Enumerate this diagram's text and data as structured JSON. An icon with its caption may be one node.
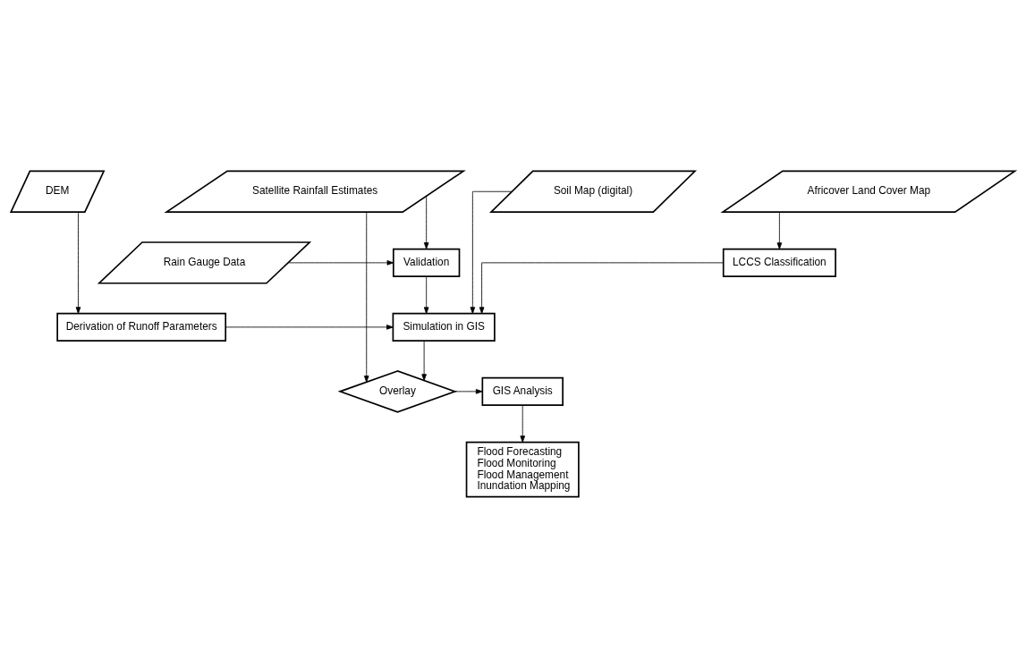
{
  "diagram": {
    "nodes": [
      {
        "text": [
          "DEM"
        ]
      },
      {
        "text": [
          "Africover Land Cover Map"
        ]
      },
      {
        "text": [
          "Satellite Rainfall Estimates"
        ]
      },
      {
        "text": [
          "Soil Map (digital)"
        ]
      },
      {
        "text": [
          "LCCS Classification"
        ]
      },
      {
        "text": [
          "Validation"
        ]
      },
      {
        "text": [
          "Rain Gauge Data"
        ]
      },
      {
        "text": [
          "Derivation of Runoff Parameters"
        ]
      },
      {
        "text": [
          "Simulation in GIS"
        ]
      },
      {
        "text": [
          "Overlay"
        ]
      },
      {
        "text": [
          "GIS Analysis"
        ]
      },
      {
        "text": [
          "Flood Forecasting",
          "Flood Monitoring",
          "Flood Management",
          "Inundation Mapping"
        ]
      }
    ],
    "edges": [
      {
        "from": 0,
        "to": 7,
        "arrow": "to"
      },
      {
        "from": 1,
        "to": 4,
        "arrow": "to"
      },
      {
        "from": 2,
        "to": 5,
        "arrow": "to"
      },
      {
        "from": 2,
        "to": 9,
        "arrow": "to"
      },
      {
        "from": 3,
        "to": 8,
        "arrow": "to"
      },
      {
        "from": 4,
        "to": 8,
        "arrow": "to"
      },
      {
        "from": 5,
        "to": 8,
        "arrow": "to"
      },
      {
        "from": 6,
        "to": 5,
        "arrow": "to"
      },
      {
        "from": 7,
        "to": 8,
        "arrow": "to"
      },
      {
        "from": 8,
        "to": 9,
        "arrow": "to"
      },
      {
        "from": 9,
        "to": 10,
        "arrow": "to"
      },
      {
        "from": 10,
        "to": 11,
        "arrow": "to"
      }
    ]
  }
}
